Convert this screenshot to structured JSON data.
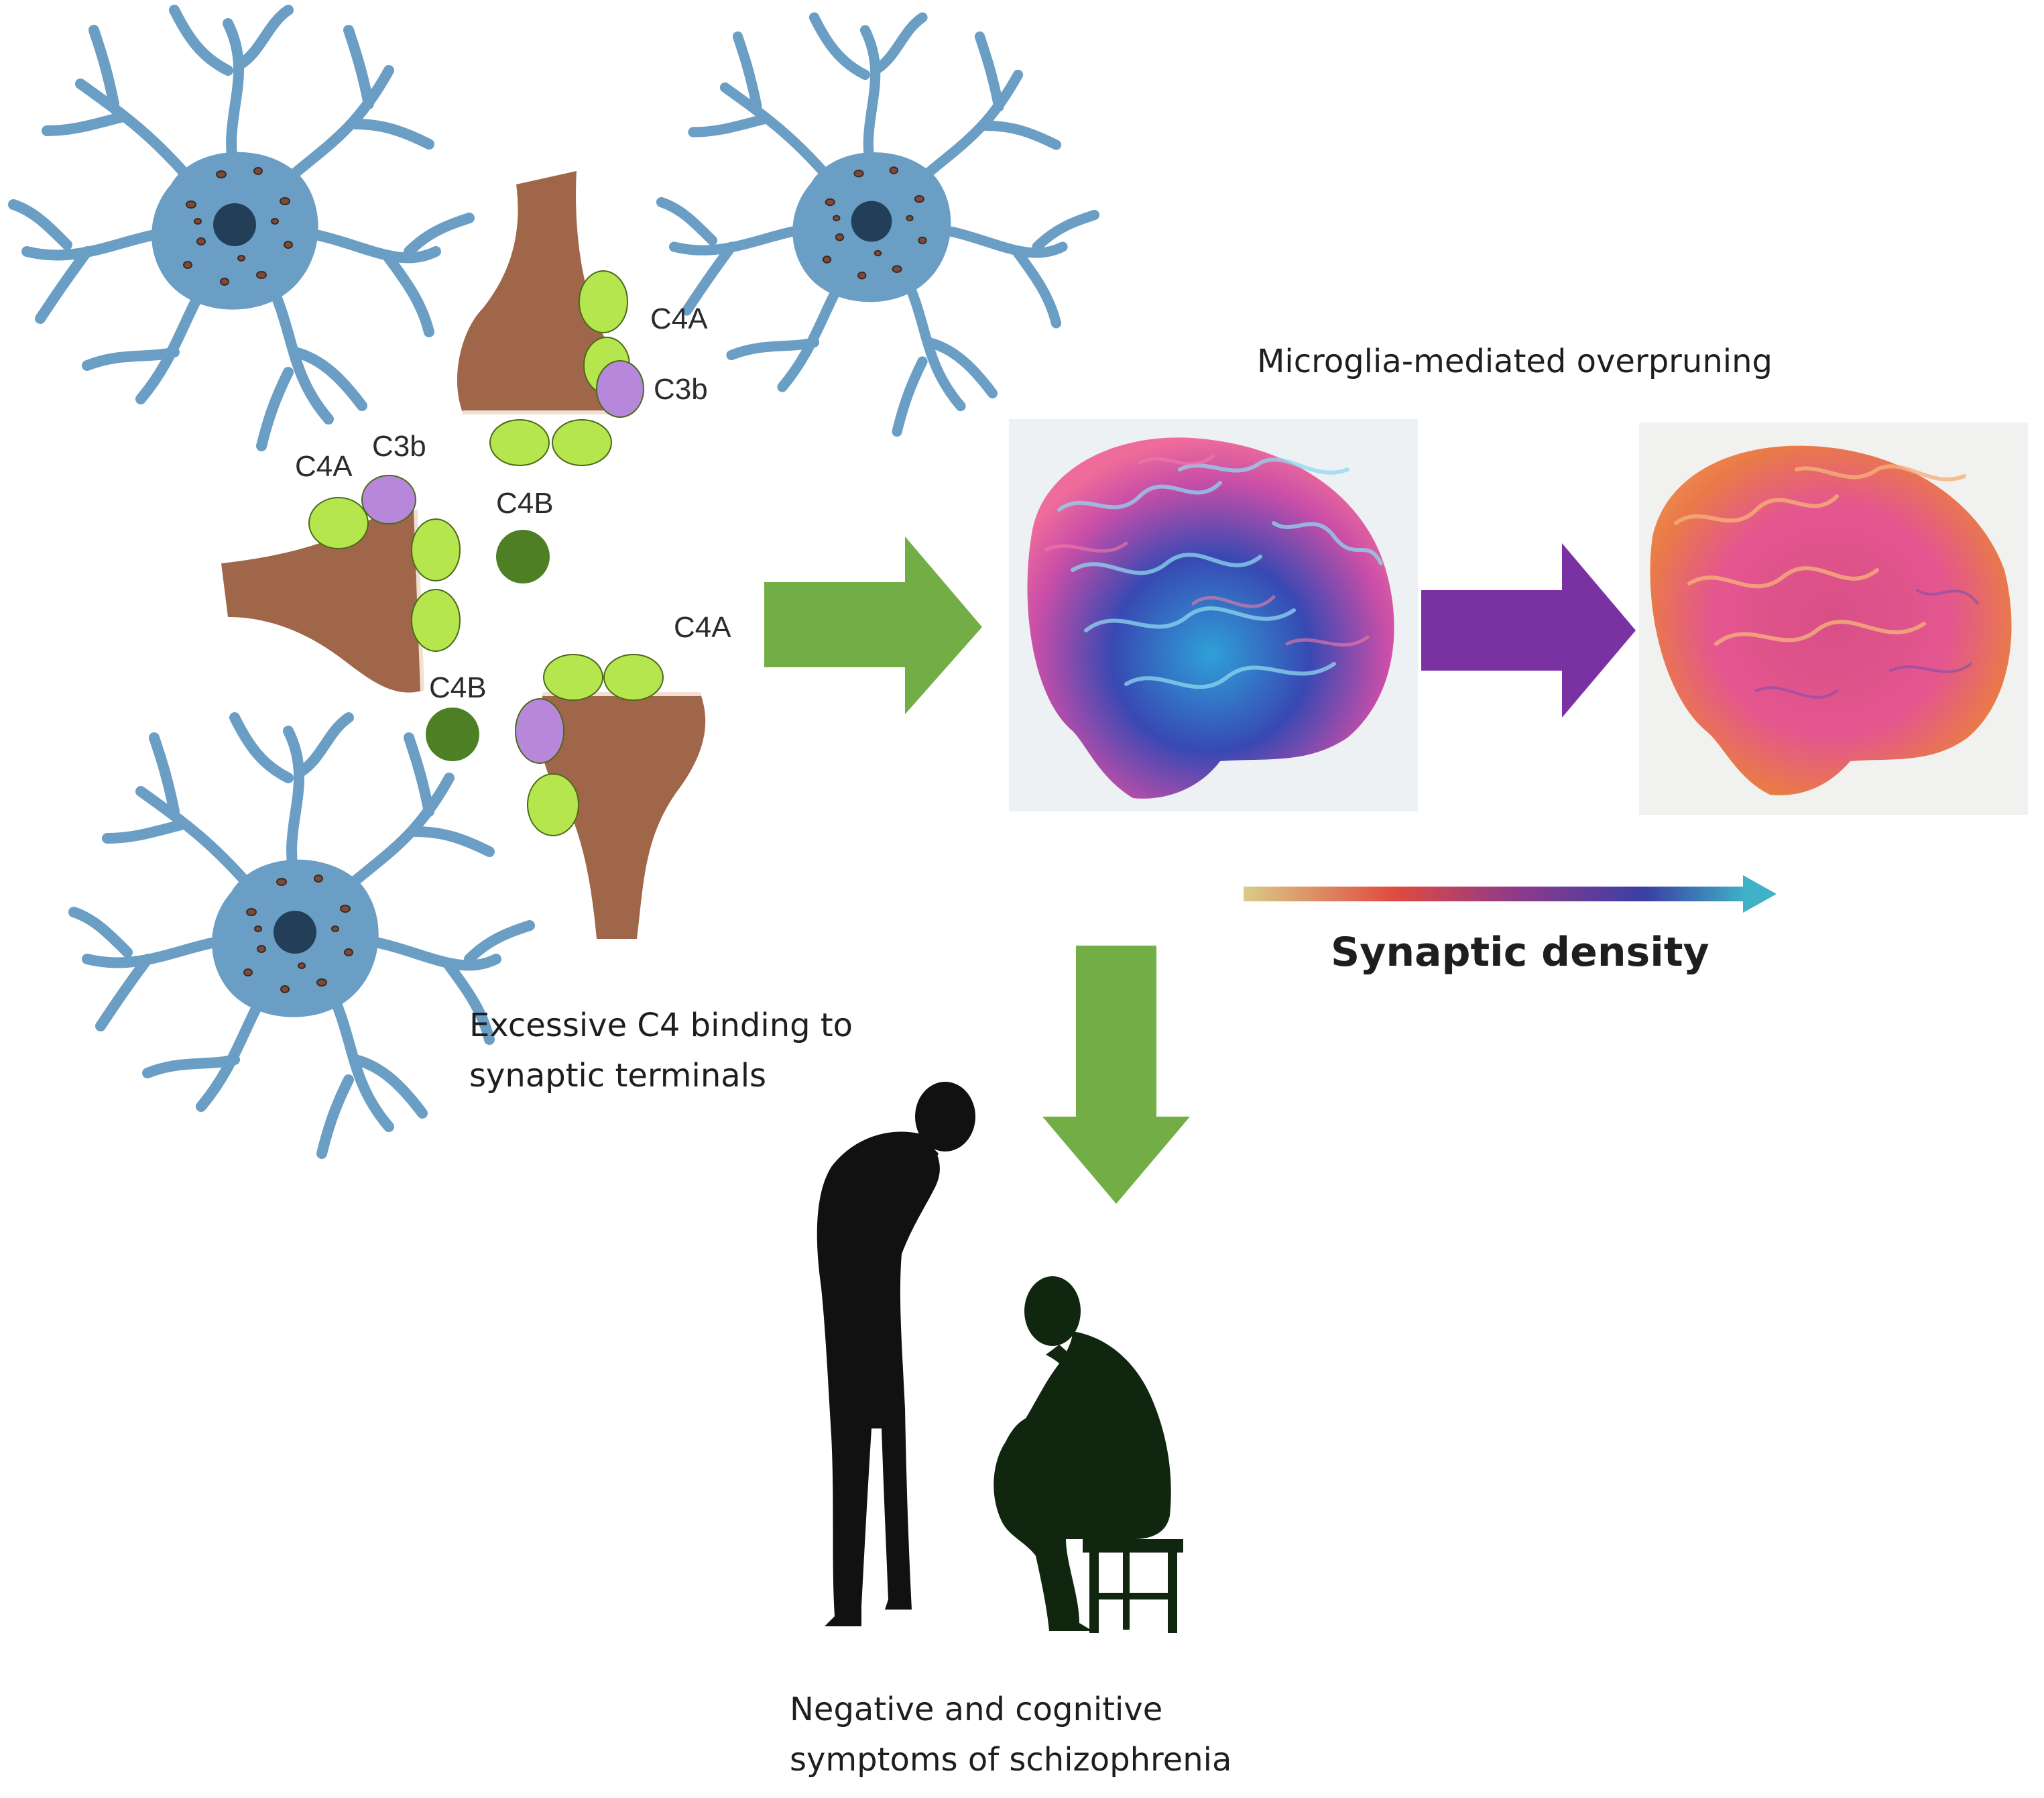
{
  "labels": {
    "c4a_top": "C4A",
    "c3b_top": "C3b",
    "c4a_left": "C4A",
    "c3b_left": "C3b",
    "c4b_mid": "C4B",
    "c4a_right": "C4A",
    "c4b_low": "C4B",
    "overpruning": "Microglia-mediated overpruning",
    "synaptic_density": "Synaptic density",
    "c4_binding_line1": "Excessive C4 binding to",
    "c4_binding_line2": "synaptic terminals",
    "symptoms_line1": "Negative and cognitive",
    "symptoms_line2": "symptoms of schizophrenia"
  },
  "colors": {
    "microglia": "#6a9ec4",
    "microglia_nucleus": "#233f58",
    "synapse": "#a0664a",
    "c4a": "#b6e64e",
    "c3b": "#b787dc",
    "c4b": "#4d7f24",
    "arrow_green": "#72ad46",
    "arrow_purple": "#7a32a3",
    "silhouette_standing": "#111111",
    "silhouette_sitting": "#10260f"
  }
}
